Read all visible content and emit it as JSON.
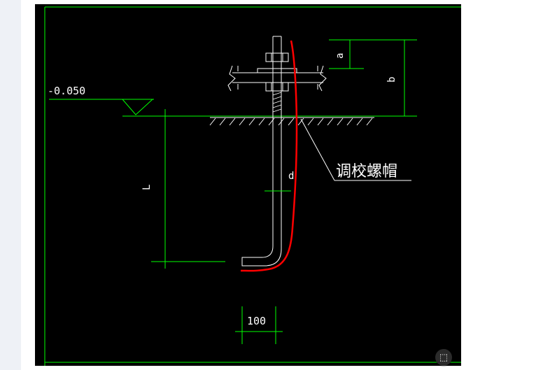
{
  "drawing": {
    "elevation_label": "-0.050",
    "dim_a_label": "a",
    "dim_b_label": "b",
    "dim_L_label": "L",
    "dim_d_label": "d",
    "dim_100_label": "100",
    "callout_label": "调校螺帽"
  },
  "colors": {
    "background": "#000000",
    "dimension_lines": "#00ff00",
    "bolt_lines": "#ffffff",
    "annotation_stroke": "#ff0000"
  },
  "toolbar": {
    "add_image_icon": "add-image-icon"
  }
}
